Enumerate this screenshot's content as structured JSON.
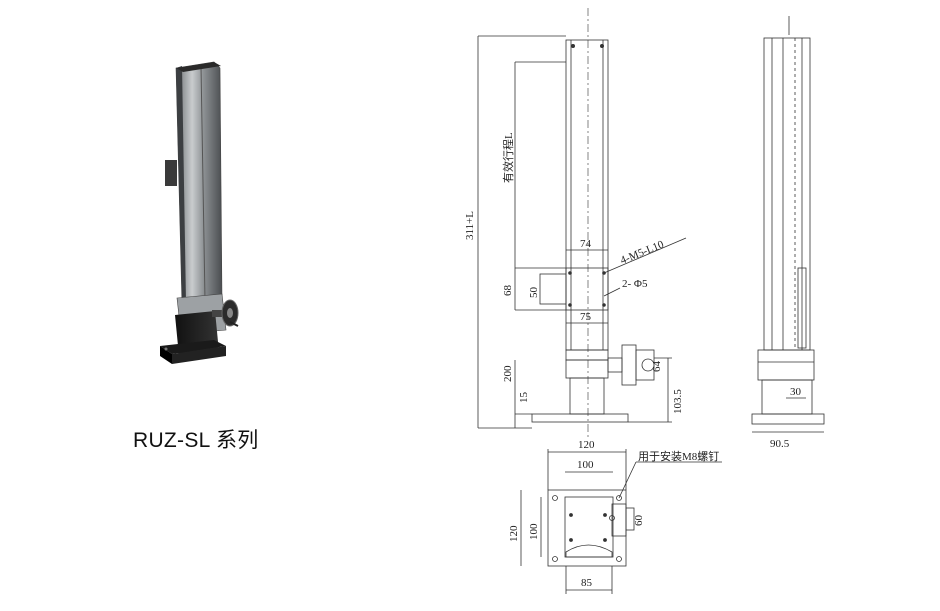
{
  "product": {
    "series_label": "RUZ-SL 系列"
  },
  "drawing": {
    "front_view": {
      "total_length": "311+L",
      "stroke": "有效行程L",
      "carriage_height": "68",
      "carriage_top_width": "74",
      "carriage_inner": "50",
      "carriage_bottom_width": "75",
      "screw_spec": "4-M5-L10",
      "pin_spec": "2- Φ5",
      "base_height": "200",
      "base_plate": "15",
      "handwheel_height": "103.5",
      "handwheel_dim": "64"
    },
    "side_view": {
      "depth": "90.5",
      "offset": "30"
    },
    "base_view": {
      "outer_width": "120",
      "inner_width": "100",
      "outer_height": "120",
      "inner_height": "100",
      "bottom_width": "85",
      "wheel_dim": "60",
      "mount_note": "用于安装M8螺钉"
    }
  }
}
